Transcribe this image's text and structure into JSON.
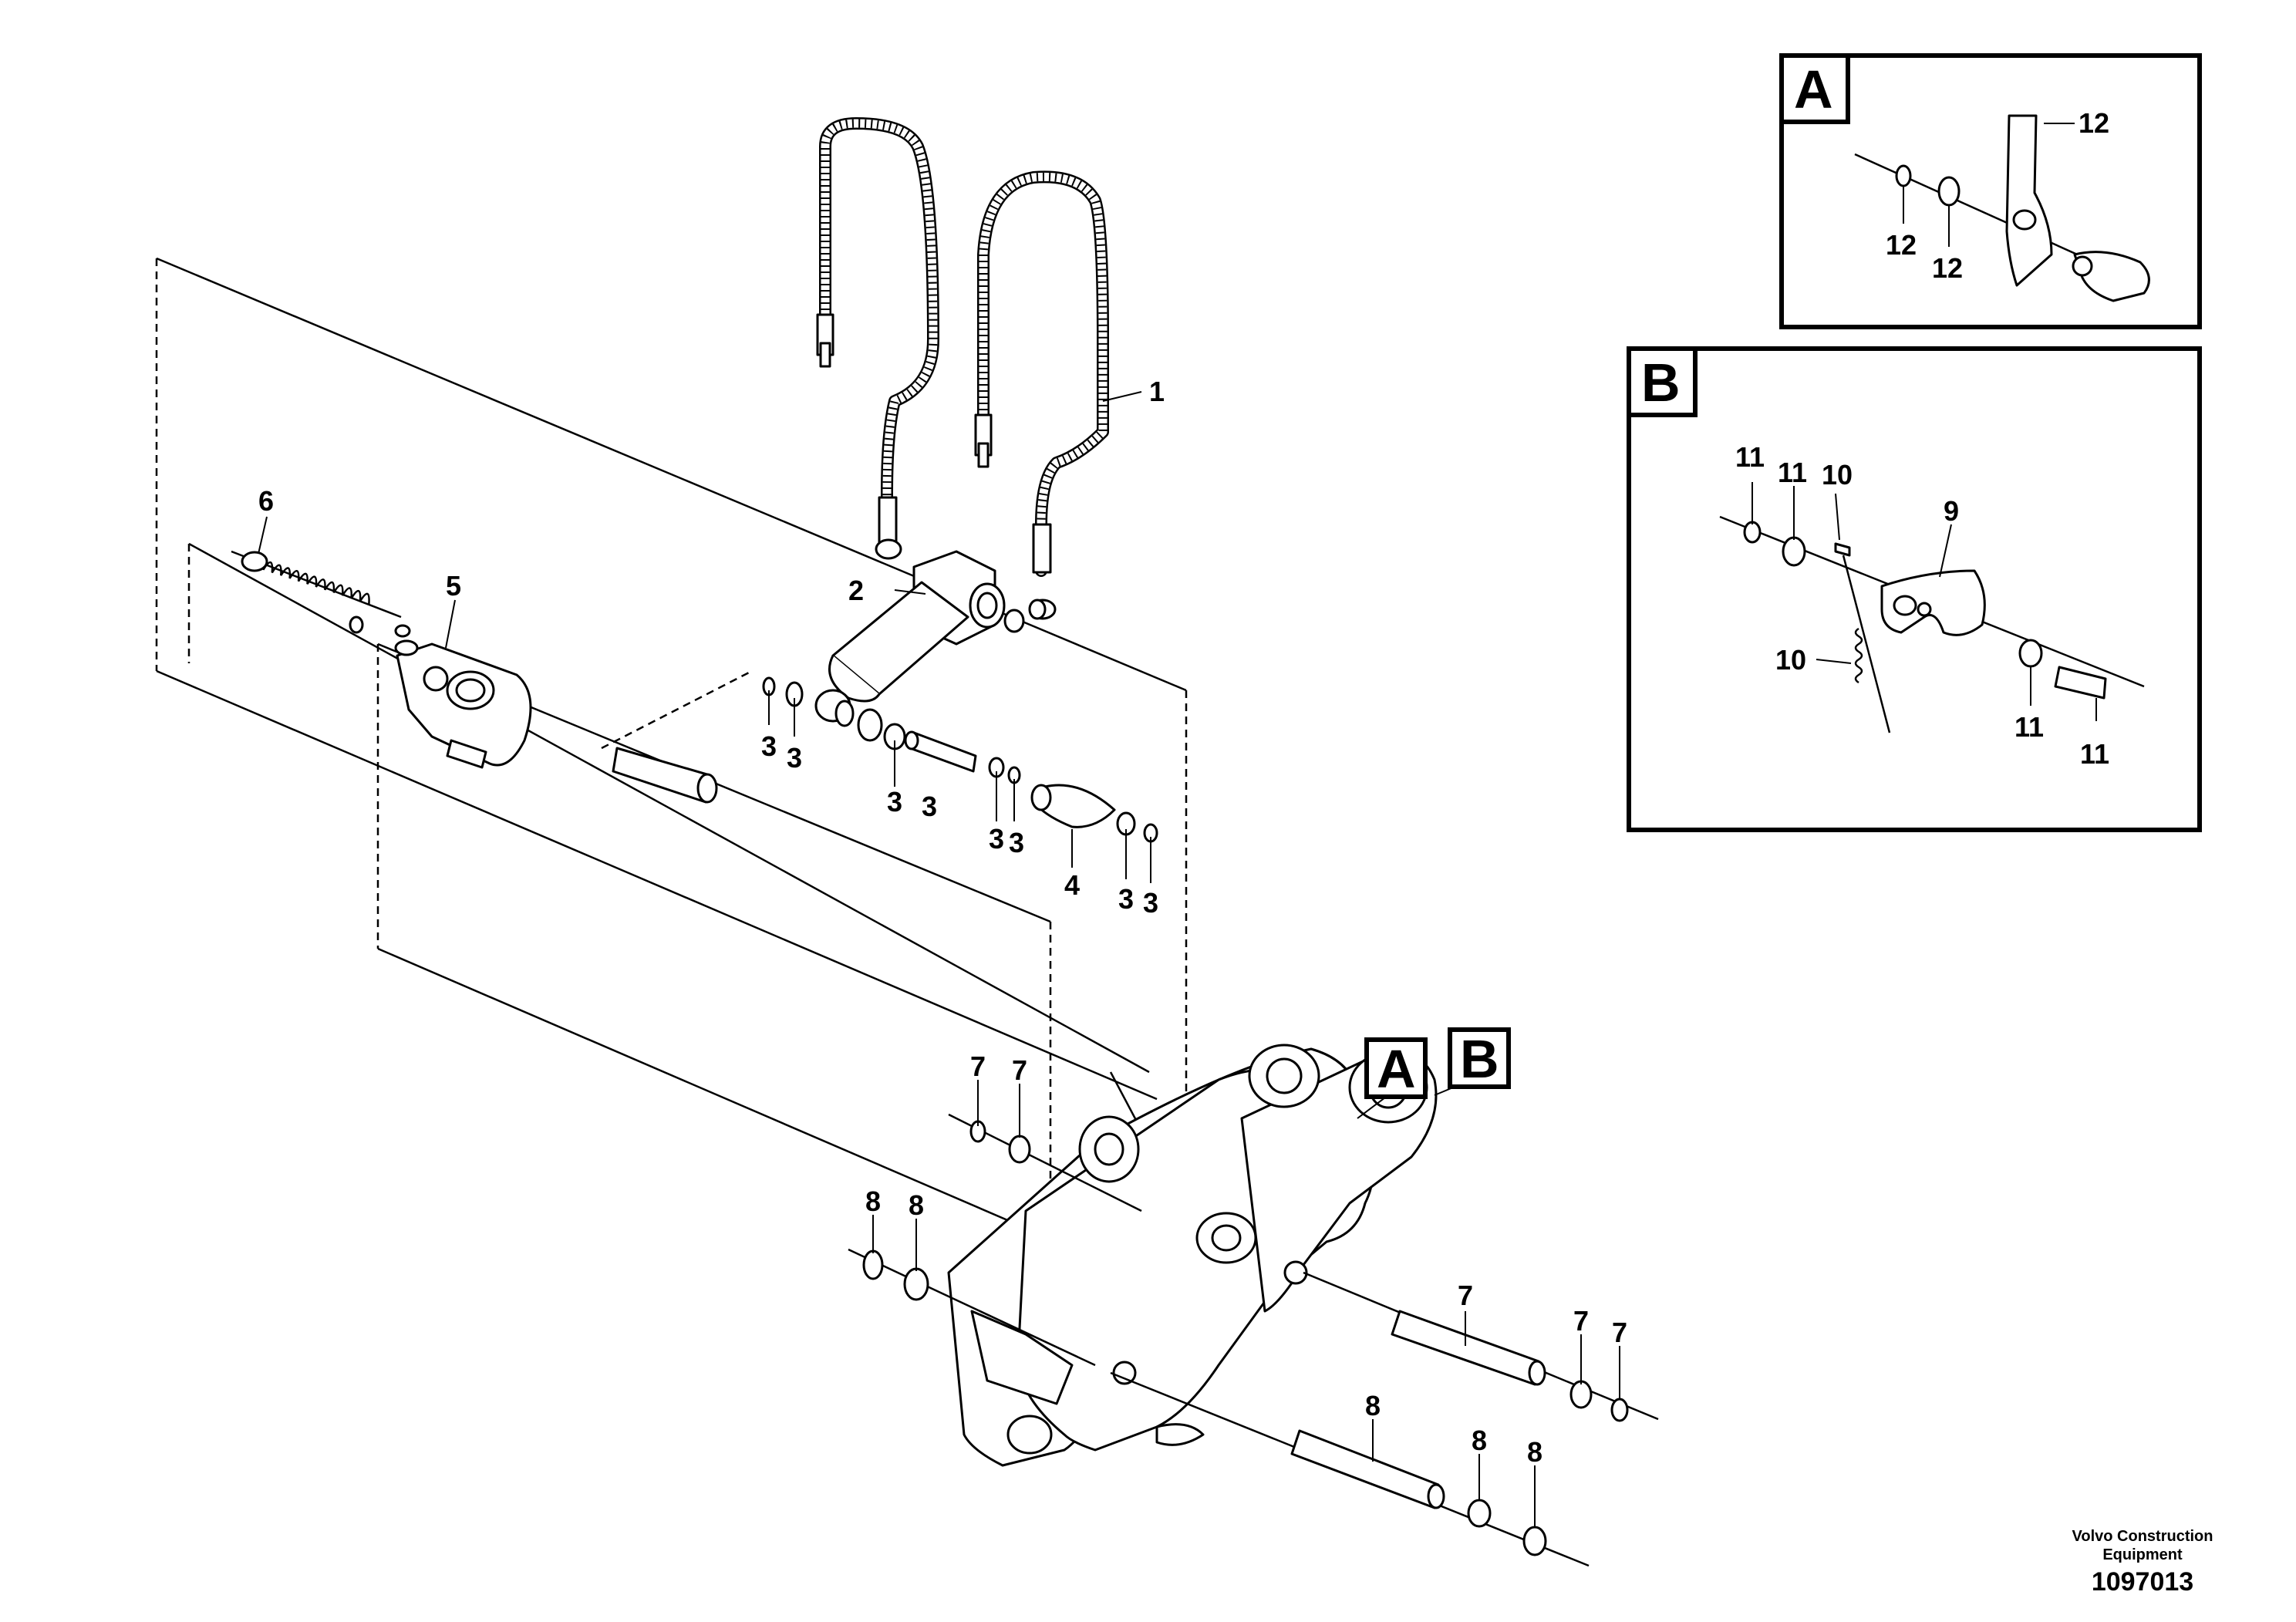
{
  "callouts": {
    "c1": "1",
    "c2": "2",
    "c3a": "3",
    "c3b": "3",
    "c3c": "3",
    "c3d": "3",
    "c3e": "3",
    "c3f": "3",
    "c3g": "3",
    "c3h": "3",
    "c4": "4",
    "c5": "5",
    "c6": "6",
    "c7a": "7",
    "c7b": "7",
    "c7c": "7",
    "c7d": "7",
    "c7e": "7",
    "c8a": "8",
    "c8b": "8",
    "c8c": "8",
    "c8d": "8",
    "c8e": "8"
  },
  "detail_refs": {
    "a": "A",
    "b": "B"
  },
  "inset_a": {
    "letter": "A",
    "labels": {
      "l1": "12",
      "l2": "12",
      "l3": "12"
    }
  },
  "inset_b": {
    "letter": "B",
    "labels": {
      "l11a": "11",
      "l11b": "11",
      "l10a": "10",
      "l9": "9",
      "l10b": "10",
      "l11c": "11",
      "l11d": "11"
    }
  },
  "footer": {
    "company_line1": "Volvo Construction",
    "company_line2": "Equipment",
    "doc_number": "1097013"
  }
}
